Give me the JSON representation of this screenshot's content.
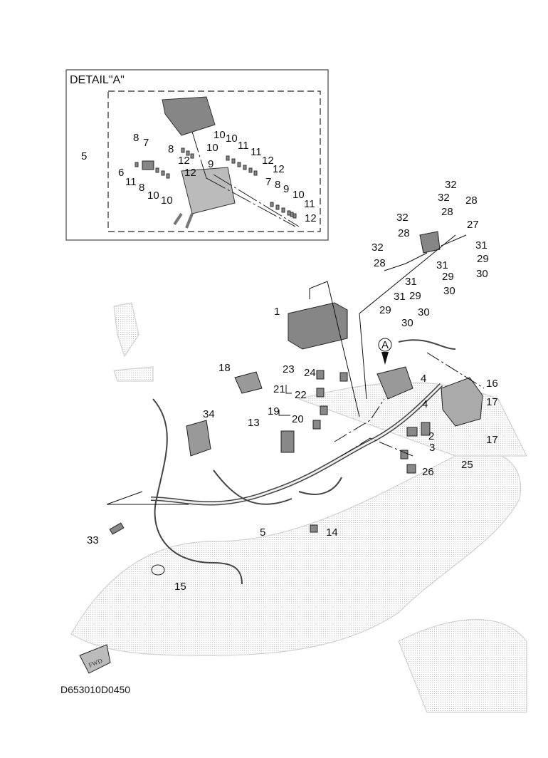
{
  "detail": {
    "title": "DETAIL\"A\"",
    "callouts": [
      "5",
      "8",
      "7",
      "8",
      "12",
      "12",
      "6",
      "11",
      "8",
      "10",
      "10",
      "10",
      "10",
      "11",
      "11",
      "12",
      "12",
      "10",
      "9",
      "7",
      "8",
      "9",
      "10",
      "11",
      "12"
    ]
  },
  "main": {
    "callouts": [
      "1",
      "32",
      "28",
      "32",
      "28",
      "32",
      "28",
      "27",
      "32",
      "28",
      "31",
      "29",
      "30",
      "31",
      "29",
      "30",
      "31",
      "29",
      "30",
      "31",
      "29",
      "30",
      "23",
      "24",
      "21",
      "22",
      "18",
      "19",
      "20",
      "13",
      "34",
      "4",
      "16",
      "4",
      "17",
      "2",
      "17",
      "3",
      "25",
      "26",
      "33",
      "5",
      "14",
      "15"
    ],
    "detail_marker": "A",
    "fwd_label": "FWD"
  },
  "diagram_code": "D653010D0450",
  "colors": {
    "ink": "#111111",
    "part_fill": "#8a8a8a",
    "ghost": "#d8d8d8"
  }
}
